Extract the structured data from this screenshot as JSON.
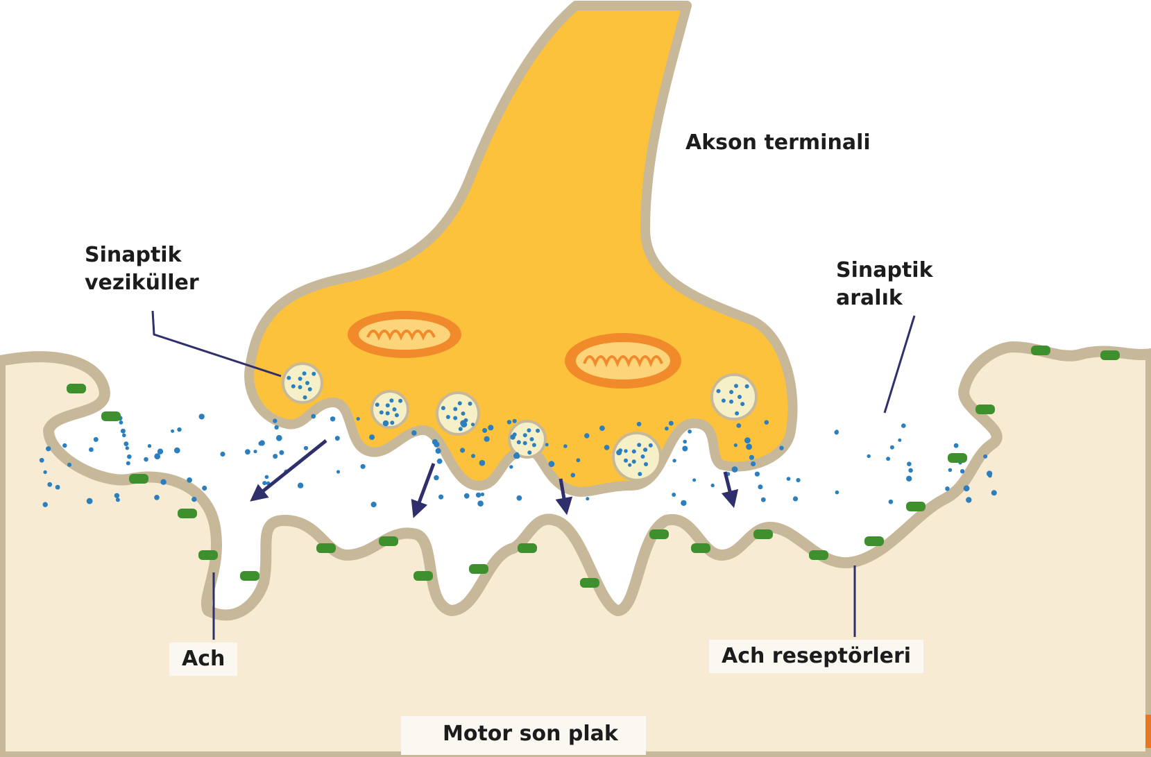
{
  "labels": {
    "akson_terminali": "Akson terminali",
    "sinaptik_veziküller_line1": "Sinaptik",
    "sinaptik_veziküller_line2": "veziküller",
    "sinaptik_aralik_line1": "Sinaptik",
    "sinaptik_aralik_line2": "aralık",
    "ach": "Ach",
    "ach_reseptorleri": "Ach reseptörleri",
    "motor_son_plak": "Motor son plak"
  },
  "colors": {
    "axon_fill": "#fcc23c",
    "membrane": "#c7b89a",
    "muscle_fill": "#f7ecd3",
    "cleft": "#ffffff",
    "mitochondria": "#f08a2a",
    "vesicle_fill": "#f6f0c8",
    "ach_dot": "#2c7fbf",
    "receptor": "#3e8f2d",
    "arrow": "#2e2f6b",
    "leader_line": "#2e2f6b",
    "edge_marker": "#e87722"
  }
}
